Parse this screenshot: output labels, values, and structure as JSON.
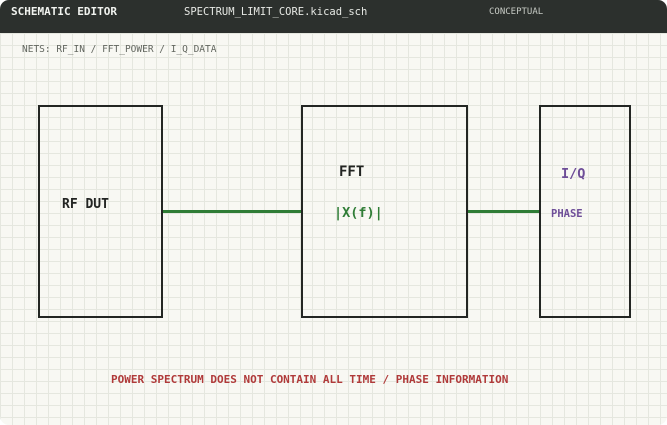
{
  "titlebar": {
    "app_title": "SCHEMATIC EDITOR",
    "file_name": "SPECTRUM_LIMIT_CORE.kicad_sch",
    "mode": "CONCEPTUAL"
  },
  "nets_label": "NETS: RF_IN / FFT_POWER / I_Q_DATA",
  "blocks": {
    "rf_dut": {
      "label": "RF DUT"
    },
    "fft": {
      "label": "FFT",
      "function": "|X(f)|"
    },
    "iq": {
      "label": "I/Q",
      "sublabel": "PHASE"
    }
  },
  "warning": "POWER SPECTRUM DOES NOT CONTAIN ALL TIME / PHASE INFORMATION",
  "colors": {
    "titlebar": "#2c302d",
    "canvas": "#f8f8f3",
    "wire": "#2f7d36",
    "iq_accent": "#6e4e98",
    "warning": "#b03a3a"
  }
}
